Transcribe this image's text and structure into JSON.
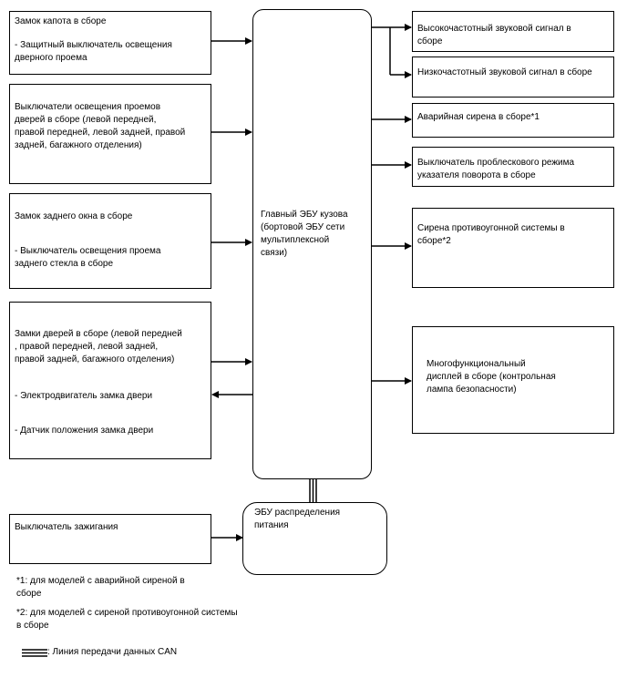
{
  "inputs": {
    "hood_lock": {
      "title": "Замок капота в сборе",
      "sub": "- Защитный выключатель освещения\nдверного проема"
    },
    "door_courtesy": {
      "title": "Выключатели освещения проемов\nдверей в сборе (левой передней,\nправой передней, левой задней, правой\nзадней, багажного отделения)"
    },
    "back_window": {
      "title": "Замок заднего окна в сборе",
      "sub": "- Выключатель освещения проема\nзаднего стекла в сборе"
    },
    "door_locks": {
      "title": "Замки дверей в сборе (левой передней\n, правой передней, левой задней,\nправой задней, багажного отделения)",
      "sub1": "- Электродвигатель замка двери",
      "sub2": "- Датчик положения замка двери"
    },
    "ignition": {
      "title": "Выключатель зажигания"
    }
  },
  "ecu": {
    "main": "Главный ЭБУ кузова\n(бортовой ЭБУ сети\nмультиплексной\nсвязи)",
    "power": "ЭБУ распределения\nпитания"
  },
  "outputs": {
    "horn_high": "Высокочастотный звуковой сигнал в\nсборе",
    "horn_low": "Низкочастотный звуковой сигнал в сборе",
    "siren": "Аварийная сирена в сборе*1",
    "flasher": "Выключатель проблескового режима\nуказателя поворота в сборе",
    "security_horn": "Сирена противоугонной системы в\nсборе*2",
    "display": "Многофункциональный\nдисплей в сборе (контрольная\nлампа безопасности)"
  },
  "notes": {
    "n1": "*1: для моделей с аварийной сиреной в\nсборе",
    "n2": "*2: для моделей с сиреной противоугонной системы\nв сборе",
    "legend": ": Линия передачи данных CAN"
  },
  "colors": {
    "line": "#000000",
    "background": "#ffffff"
  }
}
